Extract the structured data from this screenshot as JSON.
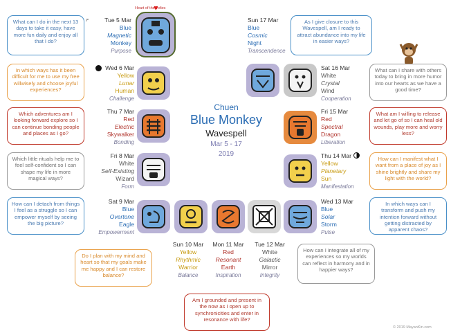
{
  "heart_label": "Heart of the Toltec",
  "center": {
    "line1": "Chuen",
    "line2": "Blue Monkey",
    "line3": "Wavespell",
    "dates": "Mar 5 - 17",
    "year": "2019"
  },
  "days": [
    {
      "date": "Tue 5 Mar",
      "color": "Blue",
      "tone": "Magnetic",
      "seal": "Monkey",
      "quality": "Purpose"
    },
    {
      "date": "Wed 6 Mar",
      "color": "Yellow",
      "tone": "Lunar",
      "seal": "Human",
      "quality": "Challenge"
    },
    {
      "date": "Thu 7 Mar",
      "color": "Red",
      "tone": "Electric",
      "seal": "Skywalker",
      "quality": "Bonding"
    },
    {
      "date": "Fri 8 Mar",
      "color": "White",
      "tone": "Self-Existing",
      "seal": "Wizard",
      "quality": "Form"
    },
    {
      "date": "Sat 9 Mar",
      "color": "Blue",
      "tone": "Overtone",
      "seal": "Eagle",
      "quality": "Empowerment"
    },
    {
      "date": "Sun 10 Mar",
      "color": "Yellow",
      "tone": "Rhythmic",
      "seal": "Warrior",
      "quality": "Balance"
    },
    {
      "date": "Mon 11 Mar",
      "color": "Red",
      "tone": "Resonant",
      "seal": "Earth",
      "quality": "Inspiration"
    },
    {
      "date": "Tue 12 Mar",
      "color": "White",
      "tone": "Galactic",
      "seal": "Mirror",
      "quality": "Integrity"
    },
    {
      "date": "Wed 13 Mar",
      "color": "Blue",
      "tone": "Solar",
      "seal": "Storm",
      "quality": "Pulse"
    },
    {
      "date": "Thu 14 Mar",
      "color": "Yellow",
      "tone": "Planetary",
      "seal": "Sun",
      "quality": "Manifestation"
    },
    {
      "date": "Fri 15 Mar",
      "color": "Red",
      "tone": "Spectral",
      "seal": "Dragon",
      "quality": "Liberation"
    },
    {
      "date": "Sat 16 Mar",
      "color": "White",
      "tone": "Crystal",
      "seal": "Wind",
      "quality": "Cooperation"
    },
    {
      "date": "Sun 17 Mar",
      "color": "Blue",
      "tone": "Cosmic",
      "seal": "Night",
      "quality": "Transcendence"
    }
  ],
  "questions": [
    "What can I do in the next 13 days to take it easy, have more fun daily and enjoy all that I do?",
    "In which ways has it been difficult for me to use my free willwisely and choose joyful experiences?",
    "Which adventures am I looking forward explore so I can continue bonding people and places as I go?",
    "Which little rituals help me to feel self-confident so I can shape my life in more magical ways?",
    "How can I detach from things I feel as a struggle so I can empower myself by seeing the big picture?",
    "Do I plan with my mind and heart so that my goals make me happy and I can restore balance?",
    "Am I grounded and present in the now as I open up to synchronicities and enter in resonance with life?",
    "How can I integrate all of my experiences so my worlds can reflect in harmony and in happier ways?",
    "In which ways can I transform and push my intention forward without getting distracted by apparent chaos?",
    "How can I manifest what I want from a place of joy as I shine brightly and share my light with the world?",
    "What am I willing to release and let go of so I can heal old wounds, play more and worry less?",
    "What can I share with others today to bring in more humor into our hearts as we have a good time?",
    "As I give closure to this Wavespell, am I ready to attract abundance into my life in easier ways?"
  ],
  "copyright": "© 2019 MayanKin.com",
  "colors": {
    "blue": "#2a6cb3",
    "yellow": "#c79a10",
    "red": "#b0322a",
    "white": "#555555",
    "tile_blue": "#b9b3d6",
    "tile_yellow": "#e6d37a",
    "tile_red": "#e68a3e",
    "tile_white": "#c8c8c8"
  }
}
